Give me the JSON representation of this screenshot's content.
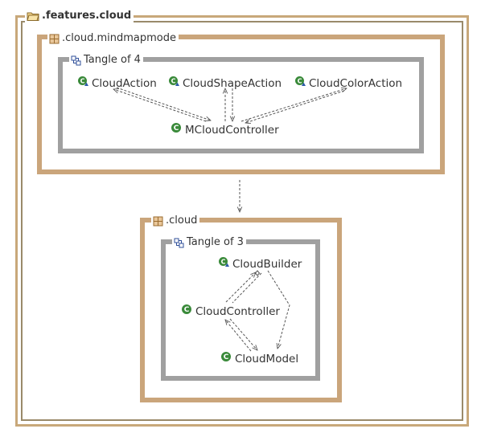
{
  "root": {
    "label": ".features.cloud",
    "icon": "folder-icon"
  },
  "packages": [
    {
      "id": "mindmapmode",
      "label": ".cloud.mindmapmode",
      "icon": "package-icon",
      "tangle": {
        "label": "Tangle of 4",
        "icon": "tangle-icon"
      },
      "classes": [
        {
          "name": "CloudAction",
          "icon": "class-abstract-icon"
        },
        {
          "name": "CloudShapeAction",
          "icon": "class-abstract-icon"
        },
        {
          "name": "CloudColorAction",
          "icon": "class-abstract-icon"
        },
        {
          "name": "MCloudController",
          "icon": "class-icon"
        }
      ]
    },
    {
      "id": "cloud",
      "label": ".cloud",
      "icon": "package-icon",
      "tangle": {
        "label": "Tangle of 3",
        "icon": "tangle-icon"
      },
      "classes": [
        {
          "name": "CloudBuilder",
          "icon": "class-abstract-icon"
        },
        {
          "name": "CloudController",
          "icon": "class-icon"
        },
        {
          "name": "CloudModel",
          "icon": "class-icon"
        }
      ]
    }
  ],
  "colors": {
    "package_border": "#caa57b",
    "tangle_border": "#a0a0a0",
    "class_icon": "#3a8a3a",
    "edge": "#555555"
  }
}
